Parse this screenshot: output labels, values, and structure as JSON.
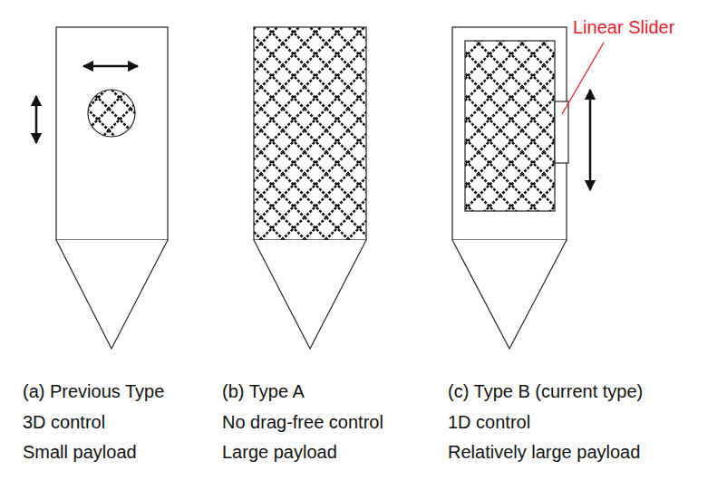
{
  "diagram": {
    "labels": [
      "Linear Slider",
      "(a) Previous Type",
      "3D control",
      "Small payload",
      "(b) Type A",
      "No drag-free control",
      "Large payload",
      "(c) Type B (current type)",
      "1D control",
      "Relatively large payload"
    ]
  }
}
